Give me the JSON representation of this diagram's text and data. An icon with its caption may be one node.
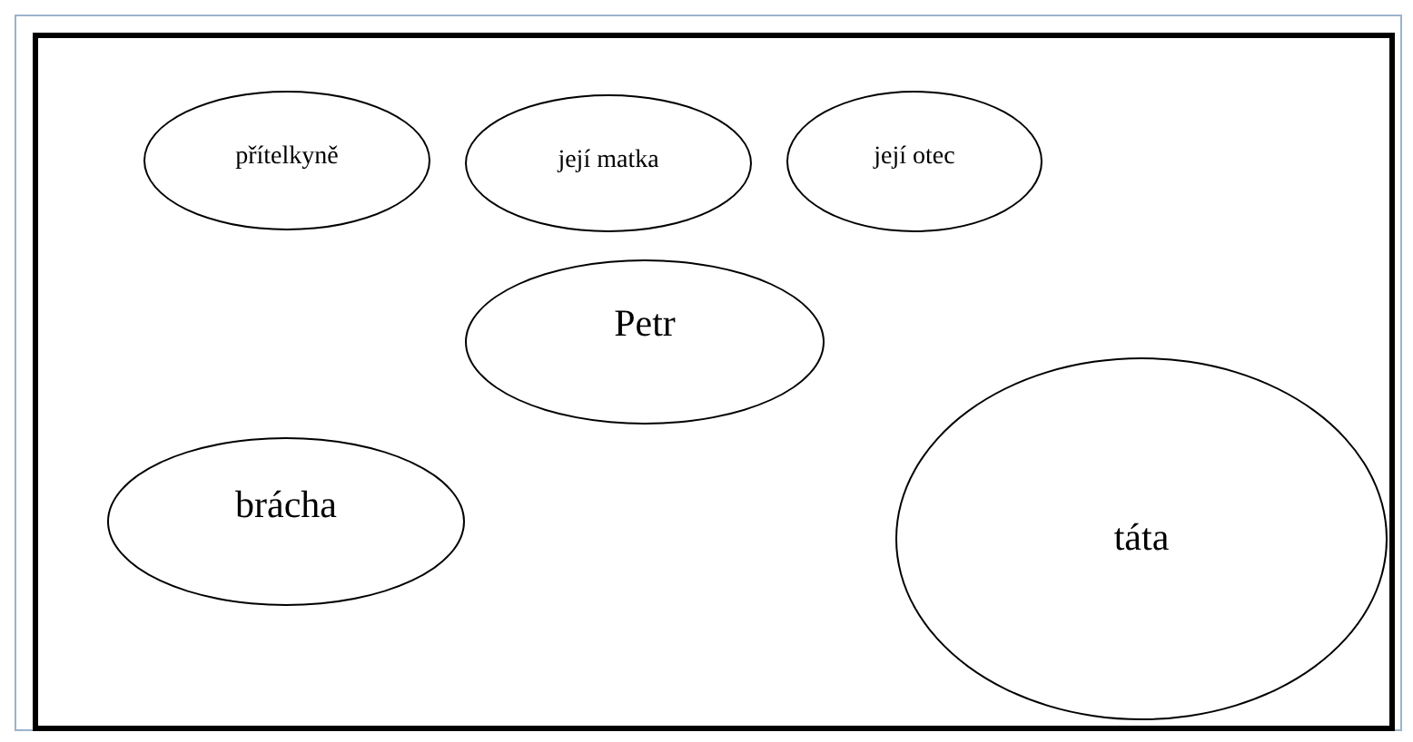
{
  "diagram": {
    "nodes": [
      {
        "text": [
          "přítelkyně"
        ]
      },
      {
        "text": [
          "její matka"
        ]
      },
      {
        "text": [
          "její otec"
        ]
      },
      {
        "text": [
          "Petr"
        ]
      },
      {
        "text": [
          "brácha"
        ]
      },
      {
        "text": [
          "táta"
        ]
      }
    ],
    "edges": []
  }
}
